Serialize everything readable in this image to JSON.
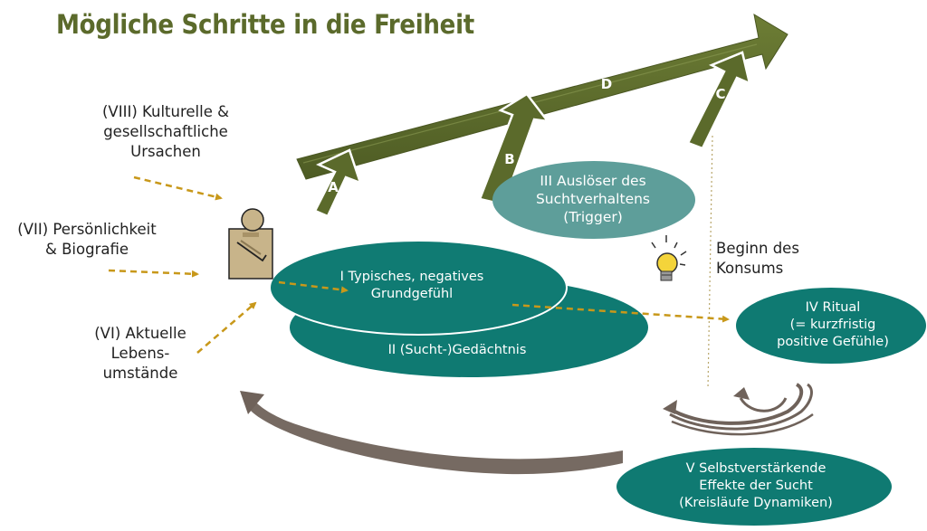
{
  "title": "Mögliche Schritte in die Freiheit",
  "factors": {
    "cultural": "(VIII) Kulturelle &\ngesellschaftliche\nUrsachen",
    "personality": "(VII) Persönlichkeit\n& Biografie",
    "life": "(VI) Aktuelle\nLebens-\numstände"
  },
  "ellipses": {
    "feeling": "I Typisches, negatives\nGrundgefühl",
    "memory": "II (Sucht-)Gedächtnis",
    "trigger": "III Auslöser des\nSuchtverhaltens\n(Trigger)",
    "ritual": "IV Ritual\n(= kurzfristig\npositive Gefühle)",
    "effects": "V Selbstverstärkende\nEffekte der Sucht\n(Kreisläufe Dynamiken)"
  },
  "consumption_start": "Beginn des\nKonsums",
  "arrow_labels": {
    "a": "A",
    "b": "B",
    "c": "C",
    "d": "D"
  },
  "colors": {
    "title": "#5b6a2b",
    "arrow_green": "#5b6a2b",
    "teal": "#0f7a72",
    "teal_light": "#5e9e9a",
    "dashed_gold": "#c8981a",
    "loop_brown": "#6f625a",
    "figure_tan": "#c8b48a"
  },
  "icons": [
    "person-icon",
    "lightbulb-icon"
  ]
}
